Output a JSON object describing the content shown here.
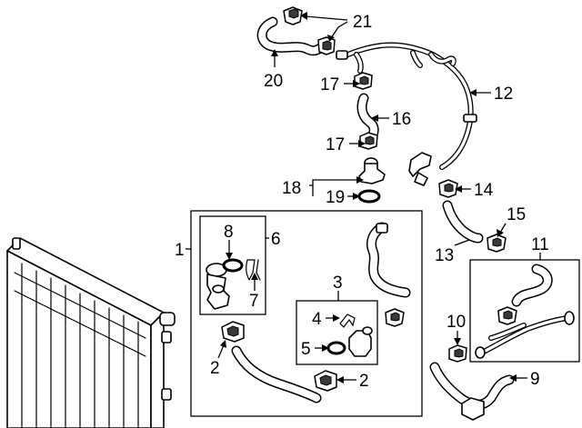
{
  "callouts": {
    "c1": "1",
    "c2a": "2",
    "c2b": "2",
    "c3": "3",
    "c4": "4",
    "c5": "5",
    "c6": "6",
    "c7": "7",
    "c8": "8",
    "c9": "9",
    "c10": "10",
    "c11": "11",
    "c12": "12",
    "c13": "13",
    "c14": "14",
    "c15": "15",
    "c16": "16",
    "c17a": "17",
    "c17b": "17",
    "c18": "18",
    "c19": "19",
    "c20": "20",
    "c21": "21"
  }
}
